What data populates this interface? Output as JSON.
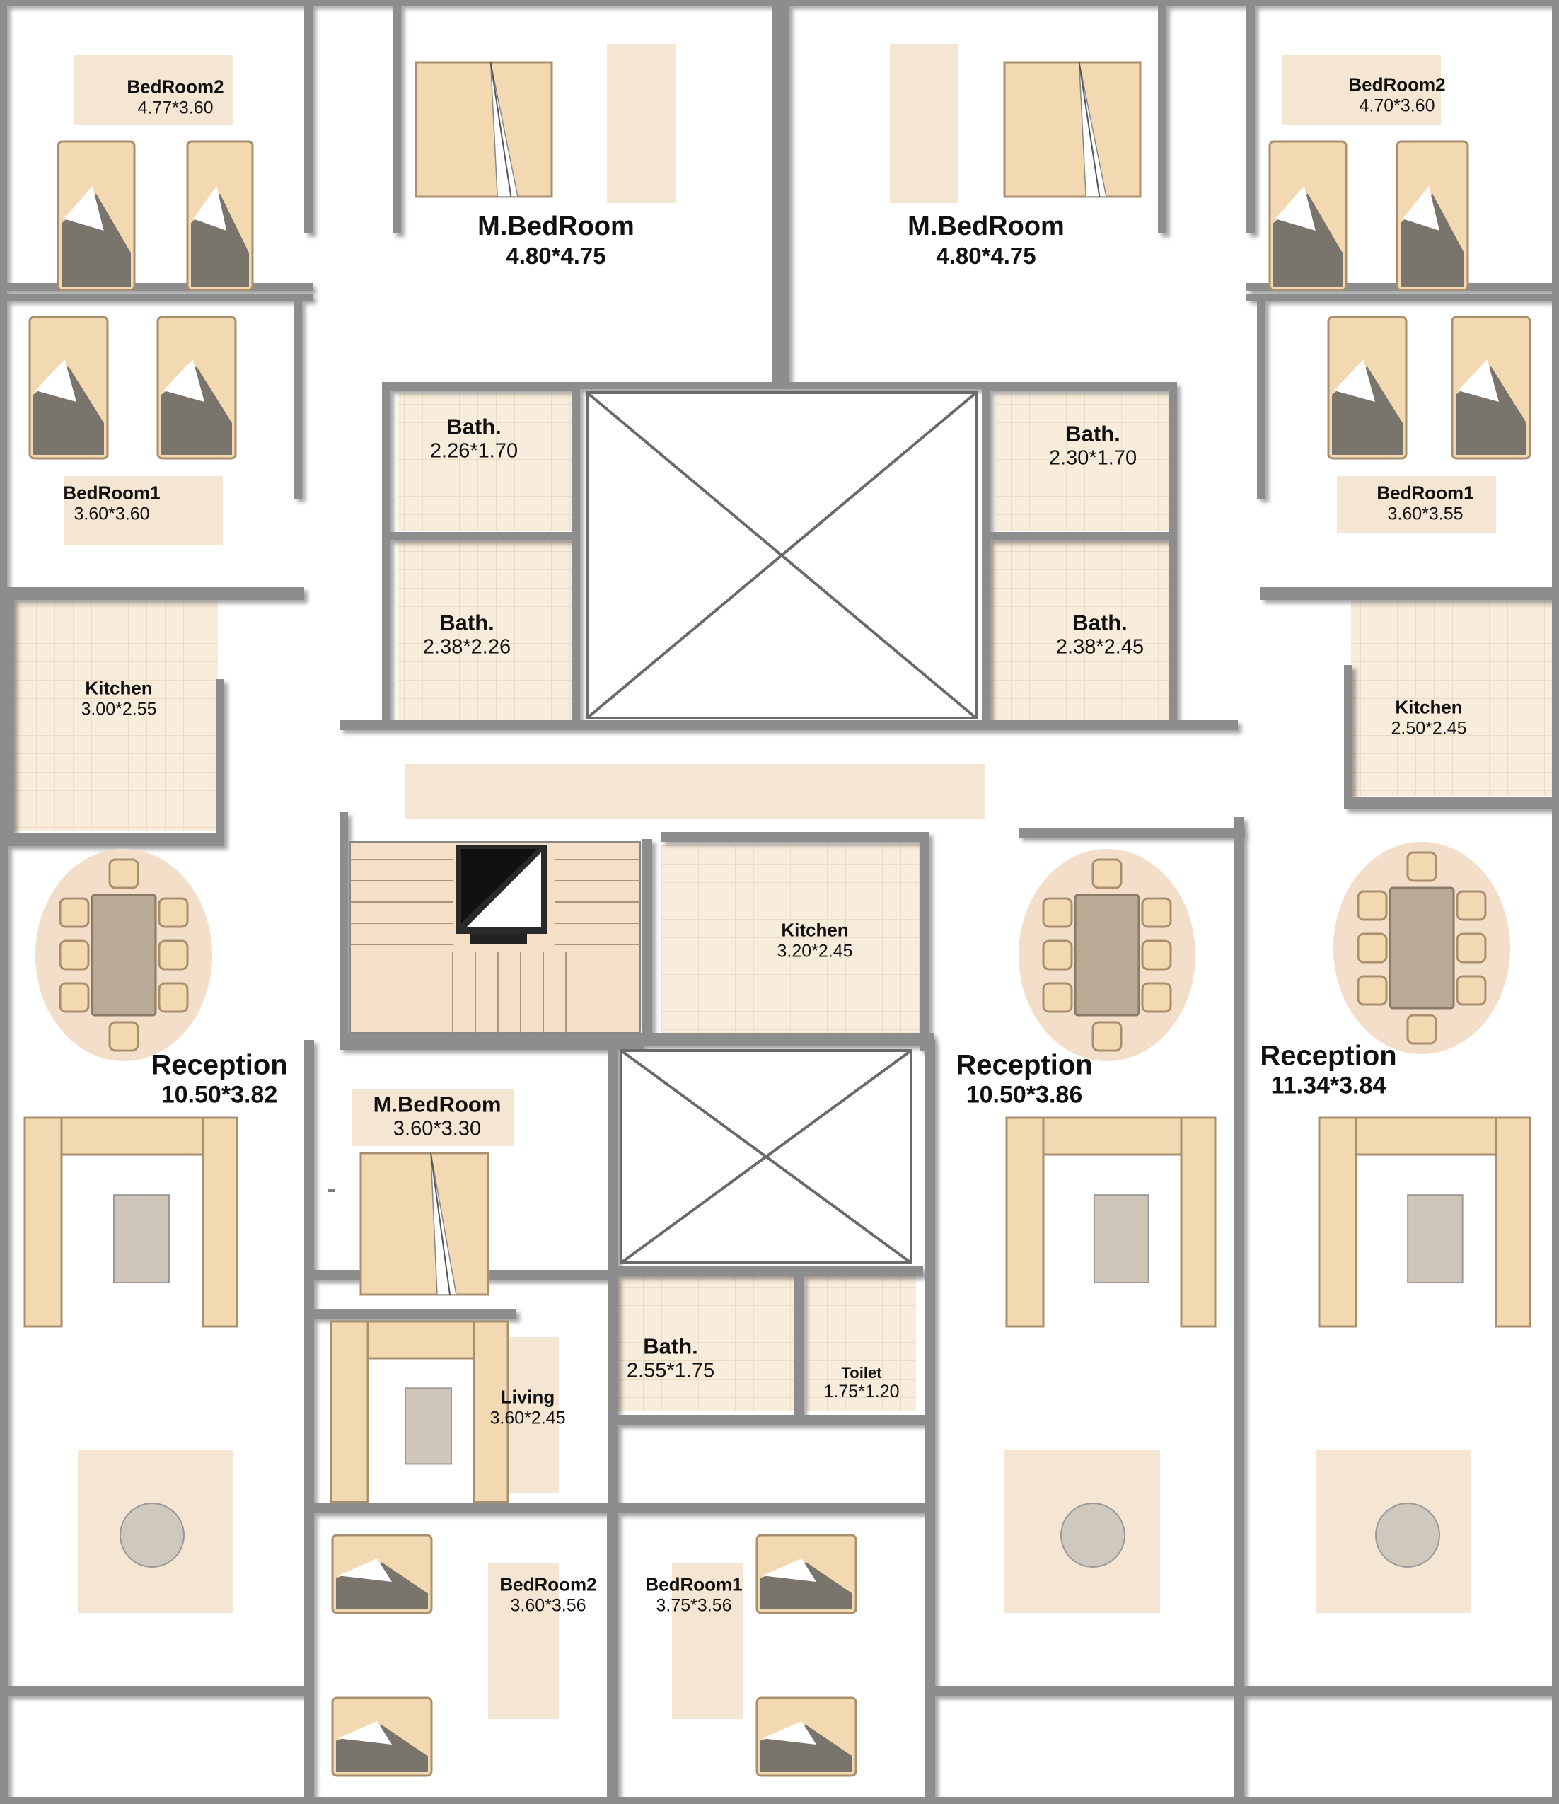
{
  "plan": {
    "colors": {
      "wall": "#8c8c8c",
      "wall_dark": "#6e6e6e",
      "floor": "#f5e7d5",
      "tile": "#f7ead9",
      "furniture": "#f3d9b2",
      "furniture_edge": "#a88f6e",
      "fixture": "#cfc6b9",
      "table": "#b8aa95"
    },
    "rooms": [
      {
        "id": "bedroom2-nw",
        "name": "BedRoom2",
        "dims": "4.77*3.60"
      },
      {
        "id": "mbedroom-n1",
        "name": "M.BedRoom",
        "dims": "4.80*4.75"
      },
      {
        "id": "mbedroom-n2",
        "name": "M.BedRoom",
        "dims": "4.80*4.75"
      },
      {
        "id": "bedroom2-ne",
        "name": "BedRoom2",
        "dims": "4.70*3.60"
      },
      {
        "id": "bath-n1",
        "name": "Bath.",
        "dims": "2.26*1.70"
      },
      {
        "id": "bath-n2",
        "name": "Bath.",
        "dims": "2.30*1.70"
      },
      {
        "id": "bedroom1-w",
        "name": "BedRoom1",
        "dims": "3.60*3.60"
      },
      {
        "id": "bedroom1-e",
        "name": "BedRoom1",
        "dims": "3.60*3.55"
      },
      {
        "id": "bath-m1",
        "name": "Bath.",
        "dims": "2.38*2.26"
      },
      {
        "id": "bath-m2",
        "name": "Bath.",
        "dims": "2.38*2.45"
      },
      {
        "id": "kitchen-w",
        "name": "Kitchen",
        "dims": "3.00*2.55"
      },
      {
        "id": "kitchen-e",
        "name": "Kitchen",
        "dims": "2.50*2.45"
      },
      {
        "id": "kitchen-c",
        "name": "Kitchen",
        "dims": "3.20*2.45"
      },
      {
        "id": "reception-w",
        "name": "Reception",
        "dims": "10.50*3.82"
      },
      {
        "id": "reception-c",
        "name": "Reception",
        "dims": "10.50*3.86"
      },
      {
        "id": "reception-e",
        "name": "Reception",
        "dims": "11.34*3.84"
      },
      {
        "id": "mbedroom-s",
        "name": "M.BedRoom",
        "dims": "3.60*3.30"
      },
      {
        "id": "bath-s",
        "name": "Bath.",
        "dims": "2.55*1.75"
      },
      {
        "id": "toilet-s",
        "name": "Toilet",
        "dims": "1.75*1.20"
      },
      {
        "id": "living-s",
        "name": "Living",
        "dims": "3.60*2.45"
      },
      {
        "id": "bedroom2-s",
        "name": "BedRoom2",
        "dims": "3.60*3.56"
      },
      {
        "id": "bedroom1-s",
        "name": "BedRoom1",
        "dims": "3.75*3.56"
      }
    ]
  }
}
